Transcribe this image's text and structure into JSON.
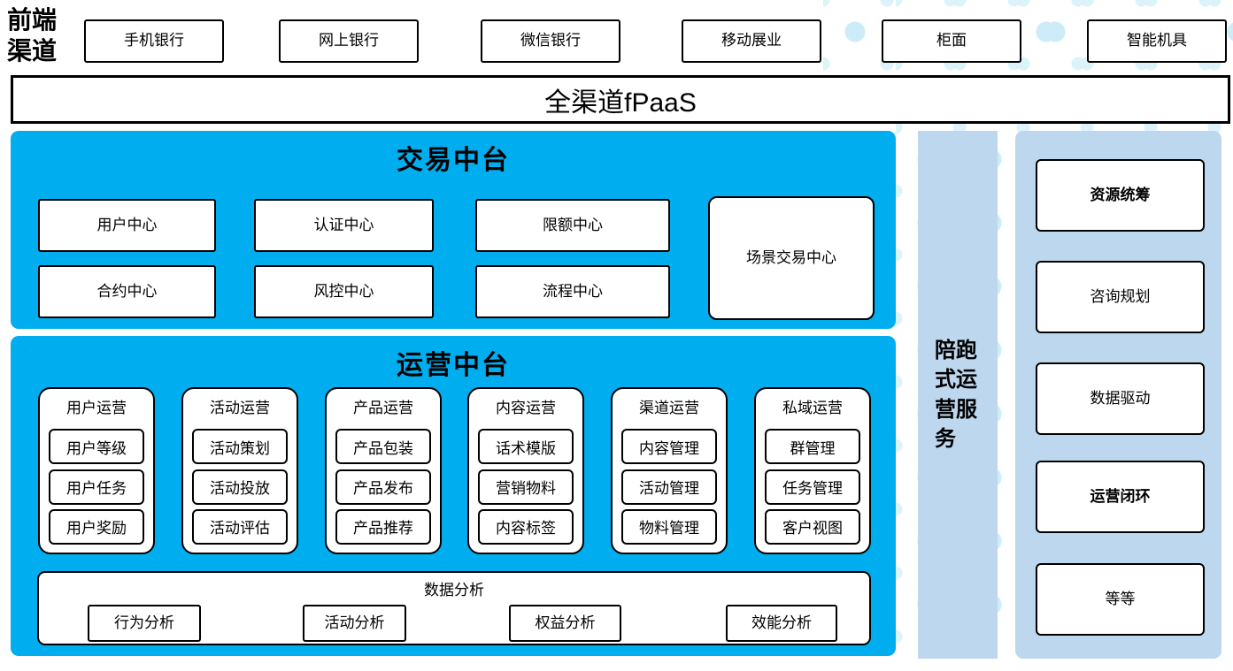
{
  "front_channels": {
    "label": "前端\n渠道",
    "items": [
      "手机银行",
      "网上银行",
      "微信银行",
      "移动展业",
      "柜面",
      "智能机具"
    ]
  },
  "fpaas": {
    "label": "全渠道fPaaS"
  },
  "trade_platform": {
    "title": "交易中台",
    "centers": [
      "用户中心",
      "认证中心",
      "限额中心",
      "合约中心",
      "风控中心",
      "流程中心"
    ],
    "scene_center": "场景交易中心"
  },
  "ops_platform": {
    "title": "运营中台",
    "columns": [
      {
        "title": "用户运营",
        "items": [
          "用户等级",
          "用户任务",
          "用户奖励"
        ]
      },
      {
        "title": "活动运营",
        "items": [
          "活动策划",
          "活动投放",
          "活动评估"
        ]
      },
      {
        "title": "产品运营",
        "items": [
          "产品包装",
          "产品发布",
          "产品推荐"
        ]
      },
      {
        "title": "内容运营",
        "items": [
          "话术模版",
          "营销物料",
          "内容标签"
        ]
      },
      {
        "title": "渠道运营",
        "items": [
          "内容管理",
          "活动管理",
          "物料管理"
        ]
      },
      {
        "title": "私域运营",
        "items": [
          "群管理",
          "任务管理",
          "客户视图"
        ]
      }
    ],
    "analysis": {
      "title": "数据分析",
      "items": [
        "行为分析",
        "活动分析",
        "权益分析",
        "效能分析"
      ]
    }
  },
  "companion_bar": {
    "label": "陪跑\n式运\n营服\n务"
  },
  "right_panel": {
    "items": [
      "资源统筹",
      "咨询规划",
      "数据驱动",
      "运营闭环",
      "等等"
    ]
  },
  "colors": {
    "primary_blue": "#00AEEF",
    "light_blue": "#BDD7EE",
    "dot_color": "#CDECF9"
  }
}
